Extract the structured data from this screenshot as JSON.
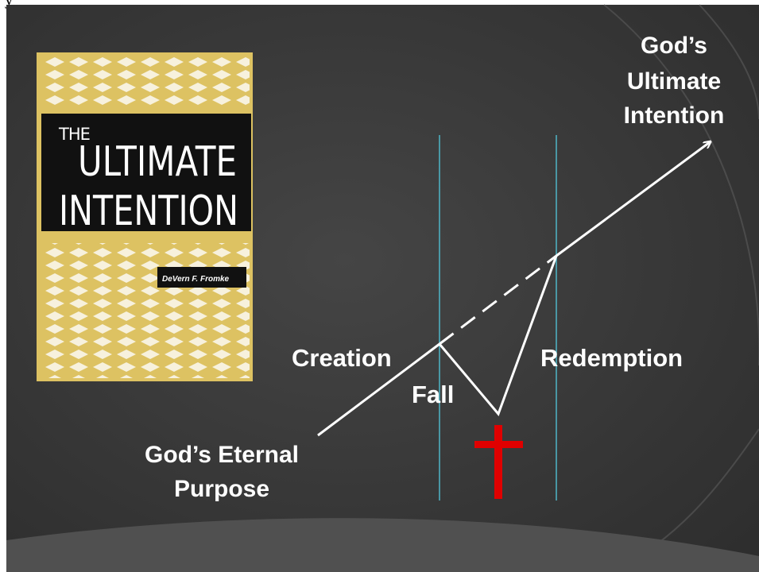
{
  "top_note": "y",
  "book": {
    "title_the": "THE",
    "title_line1": "ULTIMATE",
    "title_line2": "INTENTION",
    "author": "DeVern F. Fromke"
  },
  "diagram": {
    "start_label_line1": "God’s Eternal",
    "start_label_line2": "Purpose",
    "creation_label": "Creation",
    "fall_label": "Fall",
    "redemption_label": "Redemption",
    "end_label_line1": "God’s",
    "end_label_line2": "Ultimate",
    "end_label_line3": "Intention"
  },
  "colors": {
    "background": "#3a3a3a",
    "book_cream": "#ddc262",
    "line": "#ffffff",
    "divider": "#4fb6c8",
    "cross": "#e00000"
  }
}
